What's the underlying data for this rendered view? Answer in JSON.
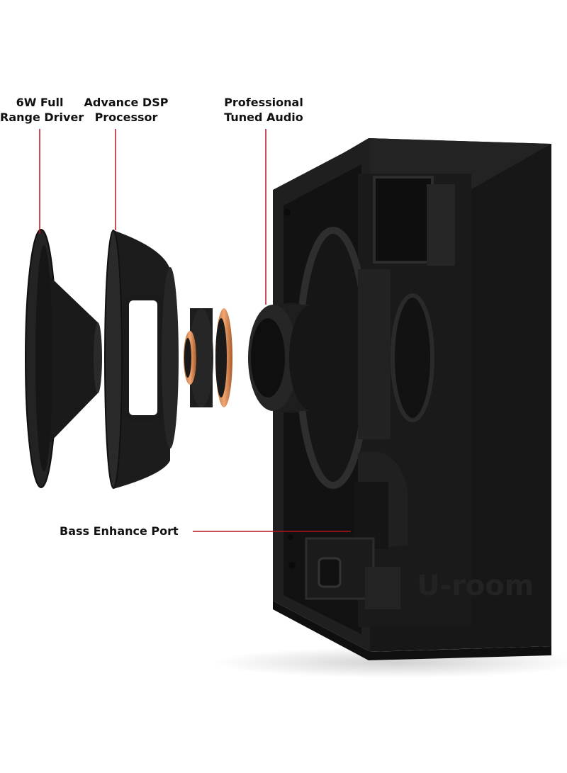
{
  "labels": {
    "full_range_driver": {
      "line1": "6W Full",
      "line2": "Range Driver"
    },
    "dsp_processor": {
      "line1": "Advance DSP",
      "line2": "Processor"
    },
    "tuned_audio": {
      "line1": "Professional",
      "line2": "Tuned Audio"
    },
    "bass_port": {
      "text": "Bass Enhance Port"
    }
  },
  "brand_mark": "U-room",
  "colors": {
    "background": "#ffffff",
    "leader_line": "#b5121b",
    "speaker_body": "#1c1c1c",
    "copper": "#d98b4e"
  }
}
